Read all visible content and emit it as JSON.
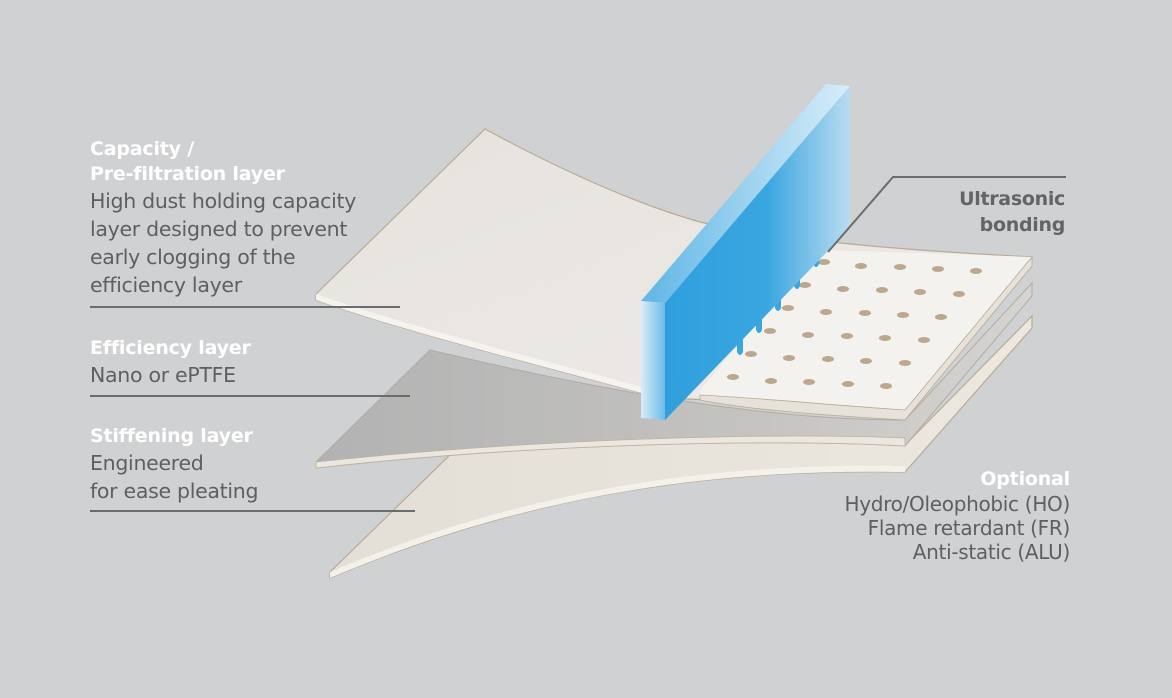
{
  "diagram": {
    "type": "layered-filter-media-illustration",
    "colors": {
      "background": "#d0d1d3",
      "title_text": "#ffffff",
      "body_text": "#5e5f61",
      "leader_line": "#6b6c6e",
      "bonding_bar_blue": "#3aa6e0",
      "layer_face": "#ece9e4",
      "layer_edge": "#b9aa95",
      "bond_dot": "#bba88e"
    }
  },
  "labels": {
    "capacity": {
      "title": "Capacity /\nPre-filtration layer",
      "description": "High dust holding capacity\nlayer designed to prevent\nearly clogging of the\nefficiency layer"
    },
    "efficiency": {
      "title": "Efficiency layer",
      "description": "Nano or ePTFE"
    },
    "stiffening": {
      "title": "Stiffening layer",
      "description": "Engineered\nfor ease pleating"
    },
    "ultrasonic": {
      "description": "Ultrasonic\nbonding"
    },
    "optional": {
      "title": "Optional",
      "description": "Hydro/Oleophobic (HO)\nFlame retardant (FR)\nAnti-static (ALU)"
    }
  }
}
